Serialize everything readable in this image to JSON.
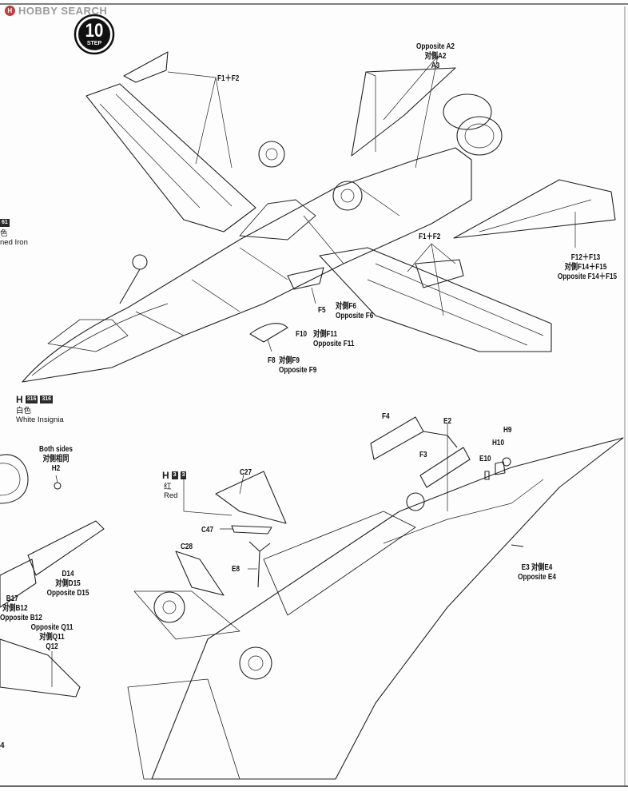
{
  "watermark": {
    "mark": "H",
    "text": "HOBBY SEARCH"
  },
  "step": {
    "number": "10",
    "label": "STEP"
  },
  "page_number": "4",
  "paint_notes": [
    {
      "id": "partial-61",
      "chip_label": "61",
      "lines": [
        "色",
        "ned Iron"
      ]
    },
    {
      "id": "white",
      "key": "H",
      "codes": [
        "316",
        "316"
      ],
      "lines": [
        "白色",
        "White Insignia"
      ]
    },
    {
      "id": "red",
      "key": "H",
      "codes": [
        "3",
        "3"
      ],
      "lines": [
        "红",
        "Red"
      ]
    }
  ],
  "callouts_top": {
    "a2": [
      "Opposite A2",
      "对側A2",
      "A3"
    ],
    "f1f2_upper": [
      "F1＋F2"
    ],
    "f1f2_lower": [
      "F1＋F2"
    ],
    "f12": [
      "F12＋F13",
      "对側F14＋F15",
      "Opposite F14＋F15"
    ],
    "f5": [
      "F5"
    ],
    "f6": [
      "对側F6",
      "Opposite F6"
    ],
    "f10": [
      "F10",
      "对側F11",
      "Opposite F11"
    ],
    "f10_code": "F10",
    "f11": [
      "对側F11",
      "Opposite F11"
    ],
    "f8": [
      "F8",
      "对側F9",
      "Opposite F9"
    ],
    "f8_code": "F8",
    "f9": [
      "对側F9",
      "Opposite F9"
    ]
  },
  "callouts_bottom": {
    "both_sides": [
      "Both sides",
      "对側相同",
      "H2"
    ],
    "d14": [
      "D14",
      "对側D15",
      "Opposite D15"
    ],
    "b17": [
      "B17",
      "对側B12",
      "Opposite B12"
    ],
    "q11": [
      "Opposite Q11",
      "对側Q11",
      "Q12"
    ],
    "c27": "C27",
    "c47": "C47",
    "c28": "C28",
    "e8": "E8",
    "f4": "F4",
    "e2": "E2",
    "f3": "F3",
    "h9": "H9",
    "h10": "H10",
    "e10": "E10",
    "e3": [
      "E3  对側E4",
      "Opposite E4"
    ]
  }
}
